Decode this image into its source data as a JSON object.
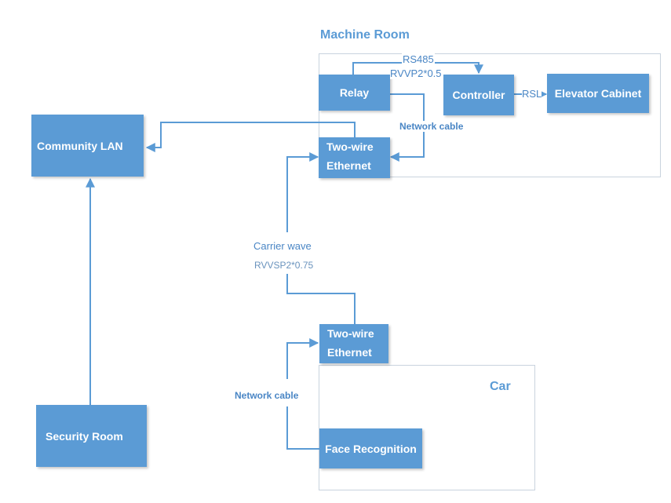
{
  "machine_room": {
    "title": "Machine Room",
    "relay": "Relay",
    "controller": "Controller",
    "elevator_cabinet": "Elevator Cabinet",
    "two_wire_ethernet": [
      "Two-wire",
      "Ethernet"
    ],
    "rs485_label": "RS485",
    "rvvp_label": "RVVP2*0.5",
    "rsl_label": "RSL",
    "network_cable_label": "Network cable"
  },
  "community_lan": "Community LAN",
  "security_room": "Security Room",
  "carrier": {
    "label": "Carrier wave",
    "cable": "RVVSP2*0.75"
  },
  "car": {
    "title": "Car",
    "two_wire_ethernet": [
      "Two-wire",
      "Ethernet"
    ],
    "face_recognition": "Face Recognition",
    "network_cable_label": "Network cable"
  },
  "colors": {
    "box_fill": "#5b9bd5",
    "line": "#5b9bd5",
    "title_text": "#5b9bd5",
    "region_border": "#c9d3de"
  }
}
